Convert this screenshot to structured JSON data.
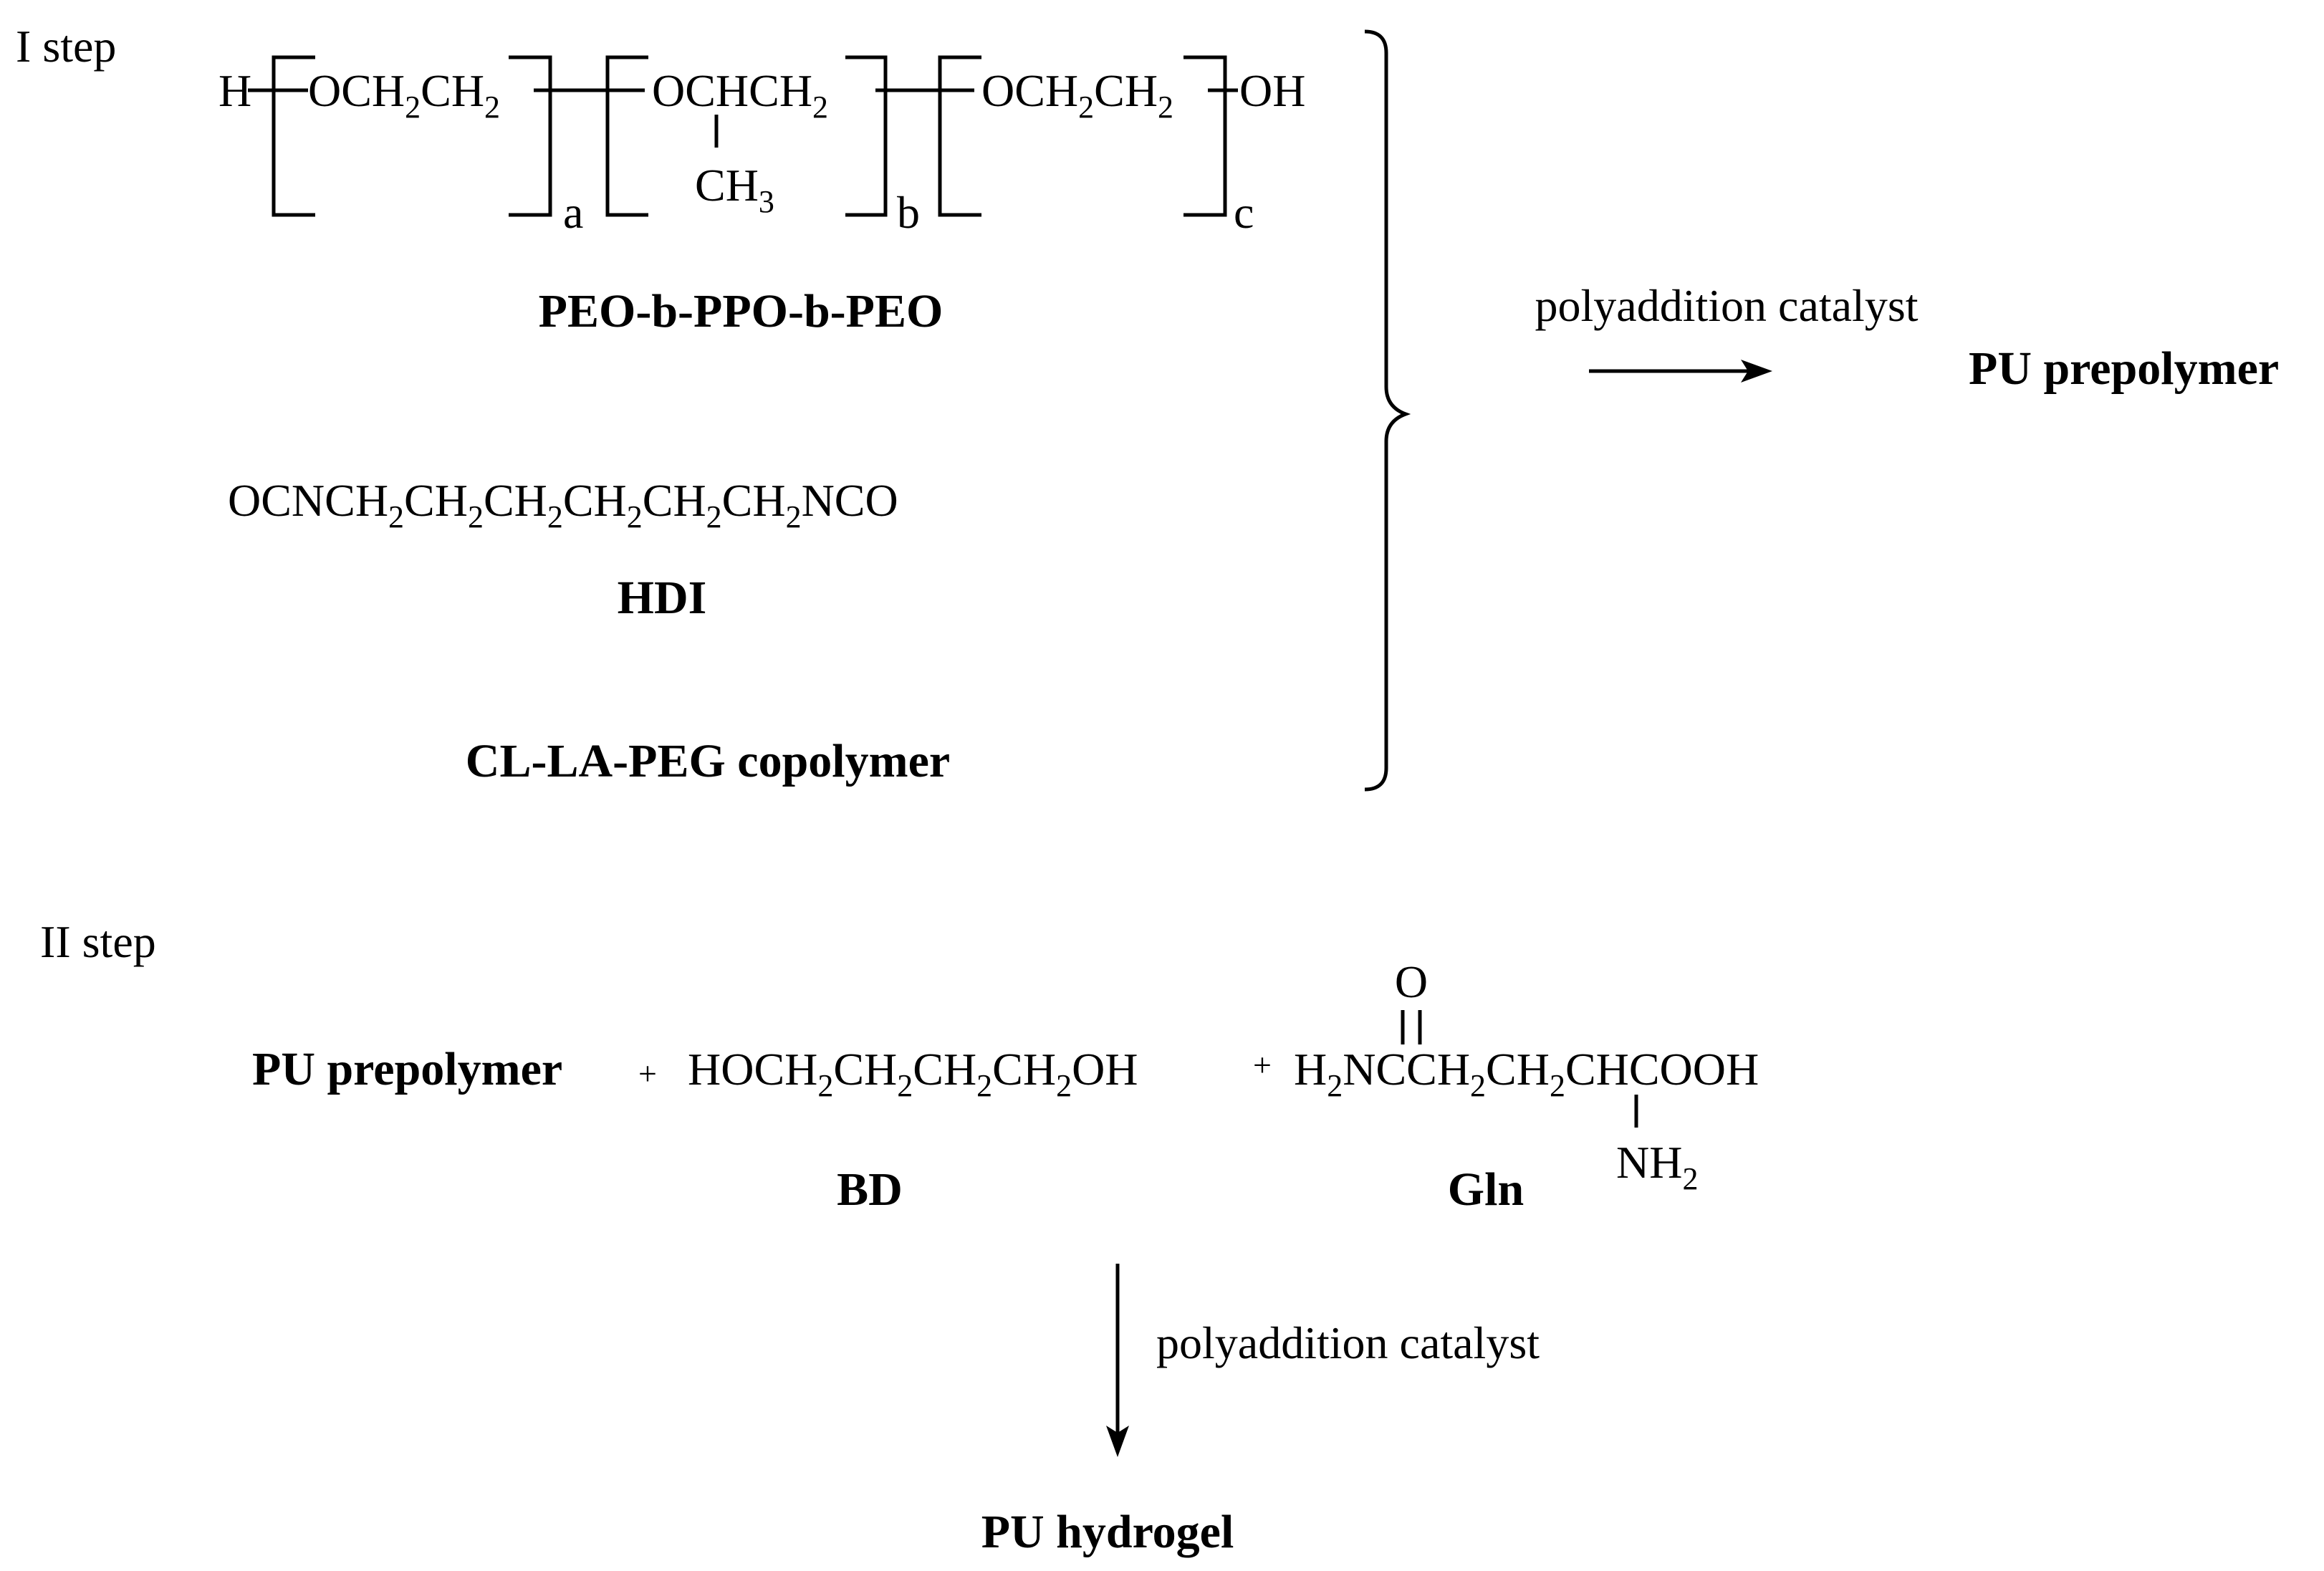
{
  "step1": {
    "label": "I step",
    "peo": {
      "h": "H",
      "o1": "OCH",
      "sub1": "2",
      "ch1": "CH",
      "sub2": "2",
      "n1": "a",
      "o2": "OCHCH",
      "sub3": "2",
      "methyl": "CH",
      "sub_methyl": "3",
      "n2": "b",
      "o3": "OCH",
      "sub4": "2",
      "ch3": "CH",
      "sub5": "2",
      "oh": "OH",
      "n3": "c",
      "name": "PEO-b-PPO-b-PEO"
    },
    "hdi": {
      "formula": [
        "OCNCH",
        "2",
        "CH",
        "2",
        "CH",
        "2",
        "CH",
        "2",
        "CH",
        "2",
        "CH",
        "2",
        "NCO"
      ],
      "name": "HDI"
    },
    "copolymer_name": "CL-LA-PEG copolymer",
    "arrow_label": "polyaddition catalyst",
    "product": "PU prepolymer"
  },
  "step2": {
    "label": "II step",
    "reactant1": "PU prepolymer",
    "plus1": "+",
    "bd": {
      "formula": [
        "HOCH",
        "2",
        "CH",
        "2",
        "CH",
        "2",
        "CH",
        "2",
        "OH"
      ],
      "name": "BD"
    },
    "plus2": "+",
    "gln": {
      "h2n": "H",
      "sub_h2n": "2",
      "main": "NCCH",
      "sub_a": "2",
      "ch": "CH",
      "sub_b": "2",
      "tail": "CHCOOH",
      "carbonyl_o": "O",
      "amine": "NH",
      "sub_amine": "2",
      "name": "Gln"
    },
    "arrow_label": "polyaddition catalyst",
    "product": "PU hydrogel"
  }
}
